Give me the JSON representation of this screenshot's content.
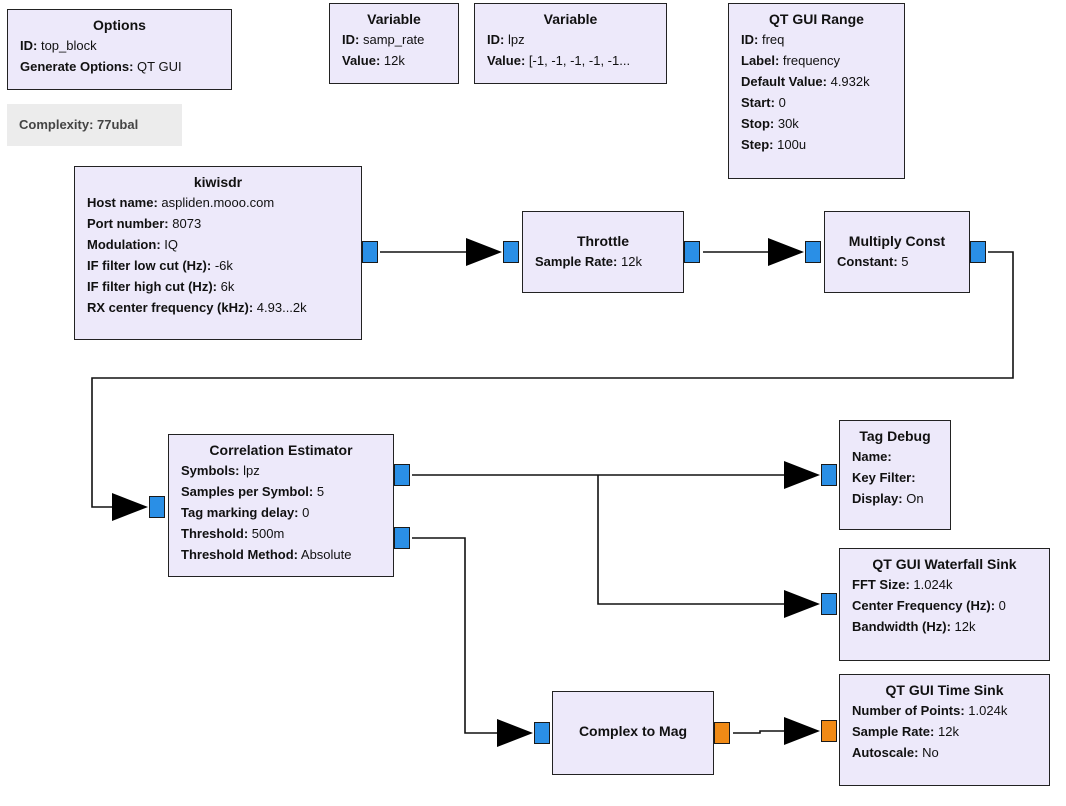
{
  "blocks": {
    "options": {
      "title": "Options",
      "rows": [
        [
          "ID:",
          "top_block"
        ],
        [
          "Generate Options:",
          "QT GUI"
        ]
      ]
    },
    "var_samp": {
      "title": "Variable",
      "rows": [
        [
          "ID:",
          "samp_rate"
        ],
        [
          "Value:",
          "12k"
        ]
      ]
    },
    "var_lpz": {
      "title": "Variable",
      "rows": [
        [
          "ID:",
          "lpz"
        ],
        [
          "Value:",
          "[-1, -1, -1, -1, -1..."
        ]
      ]
    },
    "qt_range": {
      "title": "QT GUI Range",
      "rows": [
        [
          "ID:",
          "freq"
        ],
        [
          "Label:",
          "frequency"
        ],
        [
          "Default Value:",
          "4.932k"
        ],
        [
          "Start:",
          "0"
        ],
        [
          "Stop:",
          "30k"
        ],
        [
          "Step:",
          "100u"
        ]
      ]
    },
    "kiwisdr": {
      "title": "kiwisdr",
      "rows": [
        [
          "Host name:",
          "aspliden.mooo.com"
        ],
        [
          "Port number:",
          "8073"
        ],
        [
          "Modulation:",
          "IQ"
        ],
        [
          "IF filter low cut (Hz):",
          "-6k"
        ],
        [
          "IF filter high cut (Hz):",
          "6k"
        ],
        [
          "RX center frequency (kHz):",
          "4.93...2k"
        ]
      ]
    },
    "throttle": {
      "title": "Throttle",
      "rows": [
        [
          "Sample Rate:",
          "12k"
        ]
      ]
    },
    "multiply": {
      "title": "Multiply Const",
      "rows": [
        [
          "Constant:",
          "5"
        ]
      ]
    },
    "corr": {
      "title": "Correlation Estimator",
      "rows": [
        [
          "Symbols:",
          "lpz"
        ],
        [
          "Samples per Symbol:",
          "5"
        ],
        [
          "Tag marking delay:",
          "0"
        ],
        [
          "Threshold:",
          "500m"
        ],
        [
          "Threshold Method:",
          "Absolute"
        ]
      ]
    },
    "tagdebug": {
      "title": "Tag Debug",
      "rows": [
        [
          "Name:",
          ""
        ],
        [
          "Key Filter:",
          ""
        ],
        [
          "Display:",
          "On"
        ]
      ]
    },
    "waterfall": {
      "title": "QT GUI Waterfall Sink",
      "rows": [
        [
          "FFT Size:",
          "1.024k"
        ],
        [
          "Center Frequency (Hz):",
          "0"
        ],
        [
          "Bandwidth (Hz):",
          "12k"
        ]
      ]
    },
    "c2mag": {
      "title": "Complex to Mag"
    },
    "timesink": {
      "title": "QT GUI Time Sink",
      "rows": [
        [
          "Number of Points:",
          "1.024k"
        ],
        [
          "Sample Rate:",
          "12k"
        ],
        [
          "Autoscale:",
          "No"
        ]
      ]
    }
  },
  "complexity": "Complexity: 77ubal",
  "colors": {
    "block_bg": "#ede9fa",
    "port_complex": "#2a8fe6",
    "port_float": "#f08a16",
    "wire": "#111111"
  }
}
